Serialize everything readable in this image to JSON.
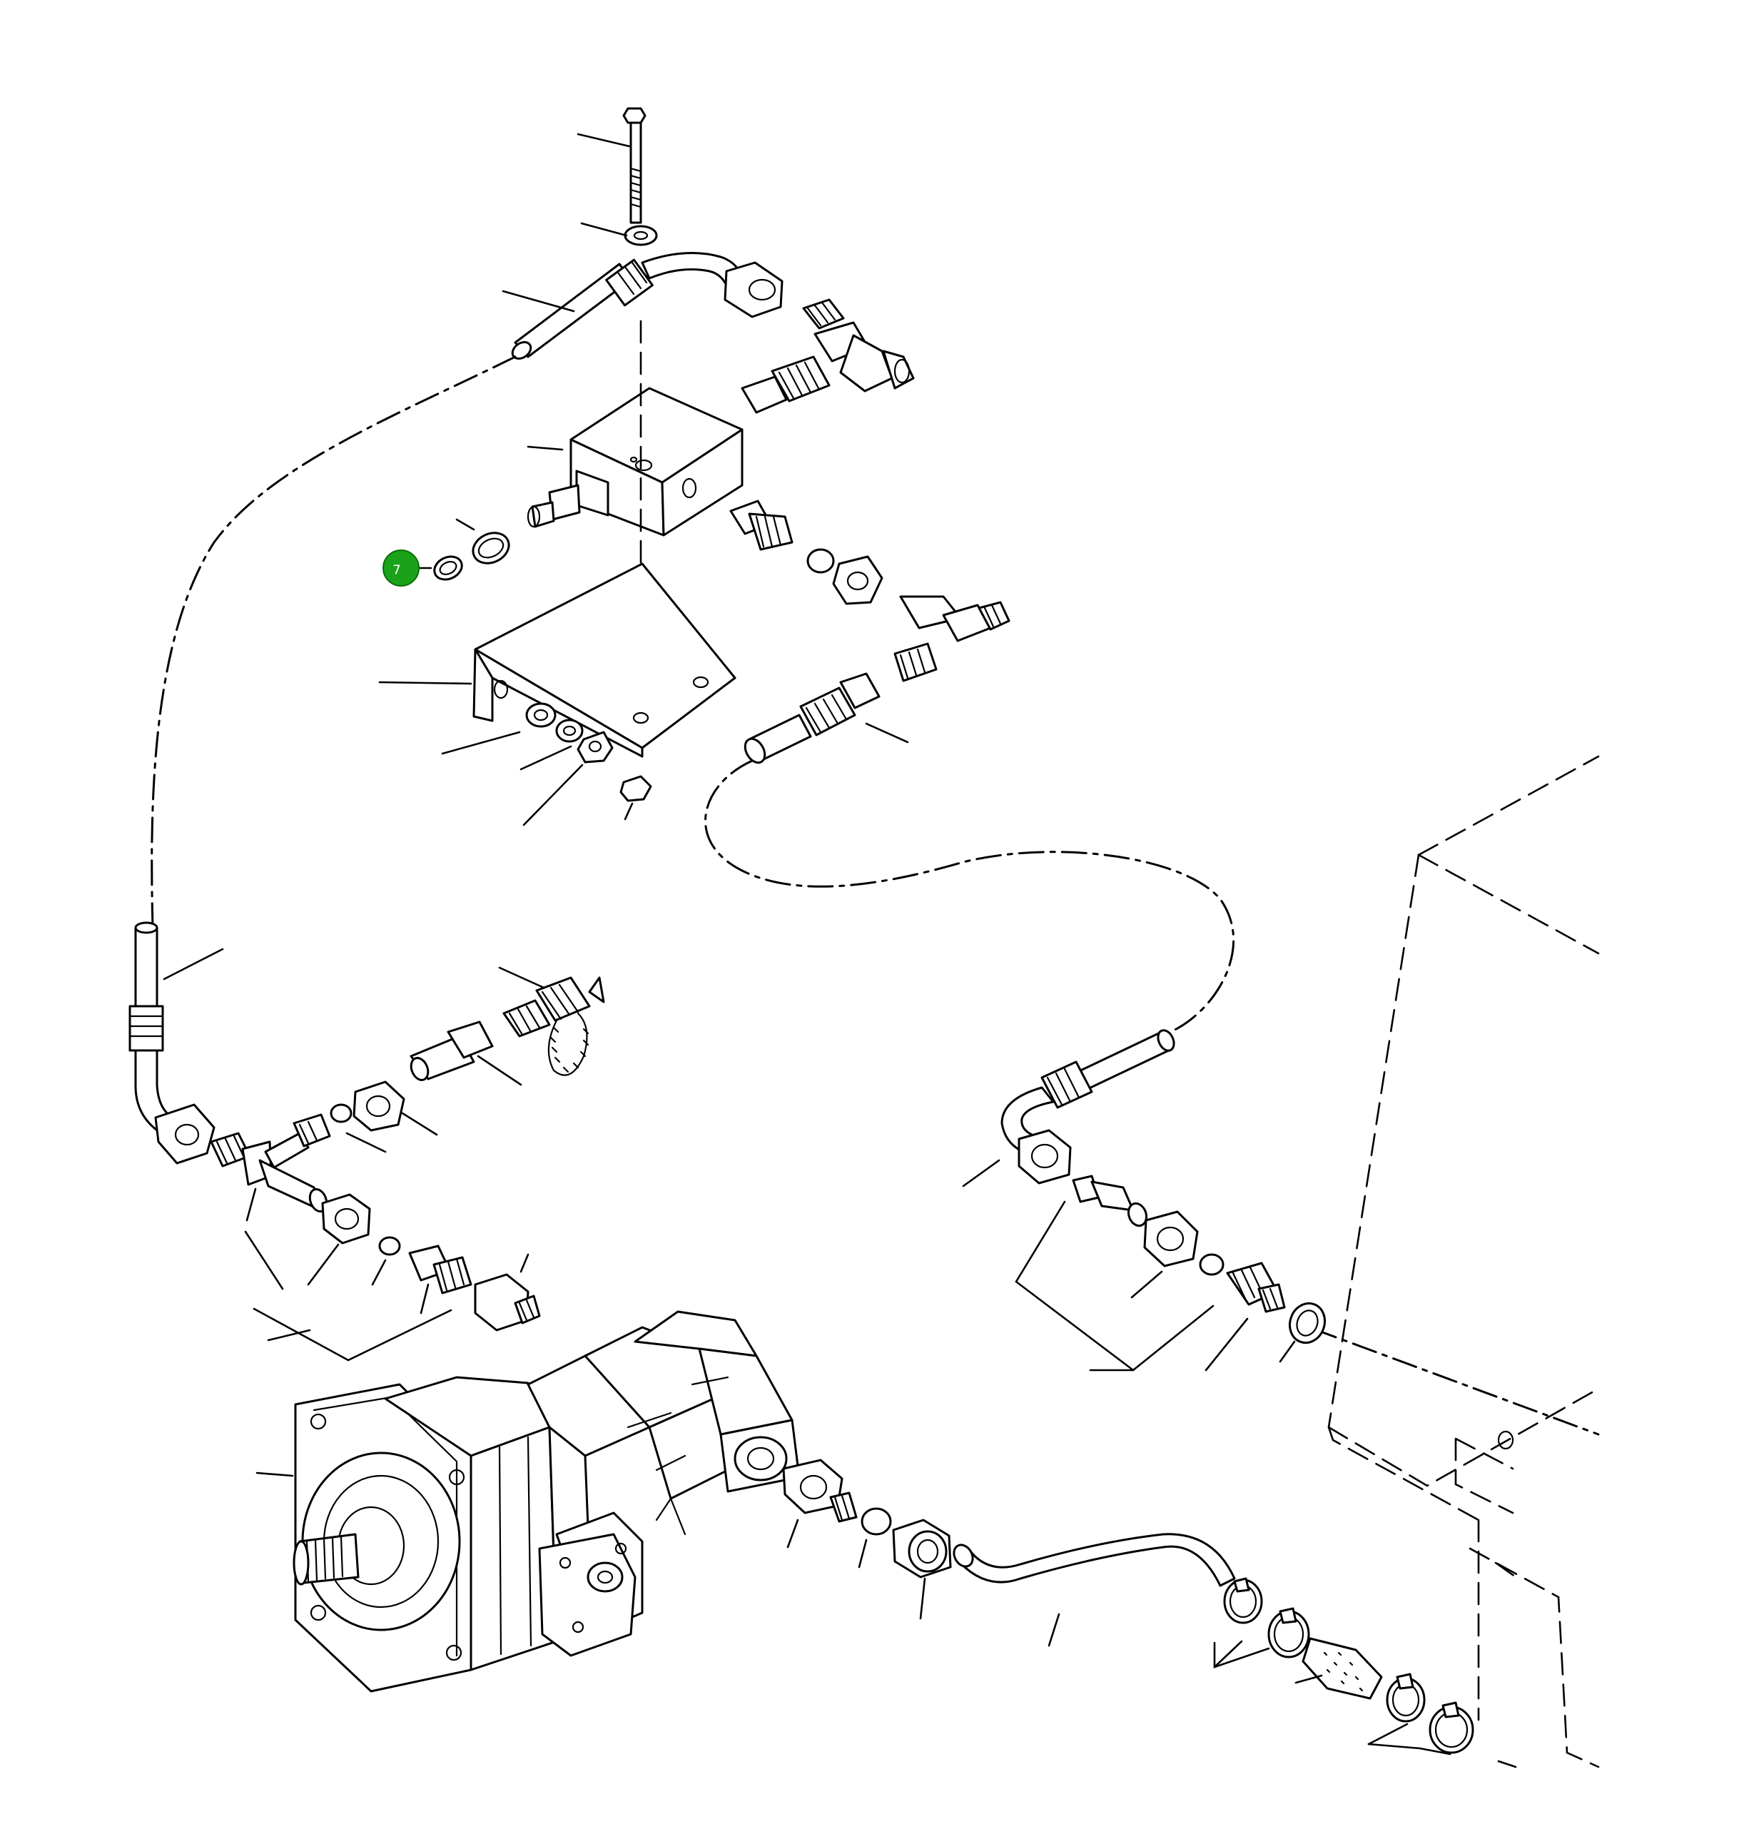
{
  "diagram": {
    "type": "exploded parts diagram",
    "line_color": "#000000",
    "background_color": "#ffffff",
    "callouts": [
      {
        "label": "7",
        "color": "#1aa31a",
        "part": "o-ring"
      }
    ]
  }
}
